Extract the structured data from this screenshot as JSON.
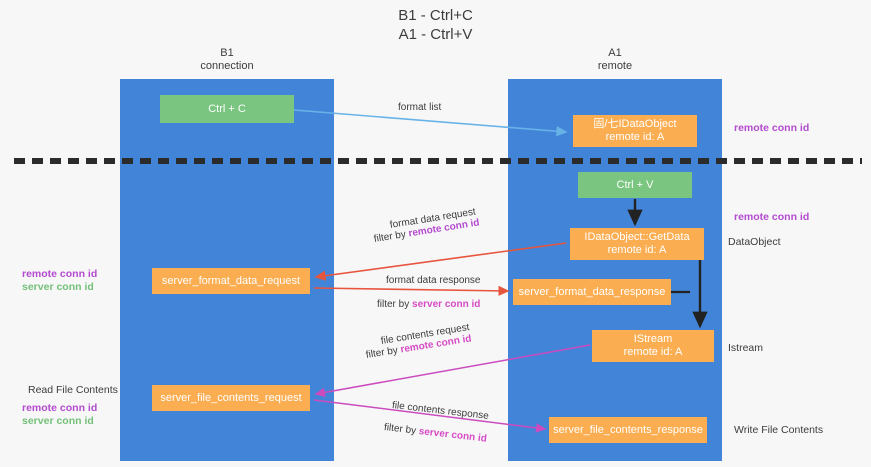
{
  "title": "B1 - Ctrl+C\nA1 - Ctrl+V",
  "columns": {
    "left": {
      "name": "B1",
      "role": "connection"
    },
    "right": {
      "name": "A1",
      "role": "remote"
    }
  },
  "nodes": {
    "ctrl_c": "Ctrl + C",
    "idataobject": "固/七IDataObject\nremote id: A",
    "ctrl_v": "Ctrl + V",
    "getdata": "IDataObject::GetData\nremote id: A",
    "server_format_data_request": "server_format_data_request",
    "server_format_data_response": "server_format_data_response",
    "istream": "IStream\nremote id: A",
    "server_file_contents_request": "server_file_contents_request",
    "server_file_contents_response": "server_file_contents_response"
  },
  "edges": {
    "format_list": "format list",
    "format_data_request": "format data request",
    "format_data_request_filter_prefix": "filter by ",
    "format_data_request_filter_key": "remote conn id",
    "format_data_response": "format data response",
    "format_data_response_filter_prefix": "filter by ",
    "format_data_response_filter_key": "server conn id",
    "file_contents_request": "file contents request",
    "file_contents_request_filter_prefix": "filter by ",
    "file_contents_request_filter_key": "remote conn id",
    "file_contents_response": "file contents response",
    "file_contents_response_filter_prefix": "filter by ",
    "file_contents_response_filter_key": "server conn id"
  },
  "annotations": {
    "remote_conn_id_top": "remote conn id",
    "remote_conn_id_mid": "remote conn id",
    "dataobject": "DataObject",
    "istream": "Istream",
    "write_file_contents": "Write File Contents",
    "read_file_contents": "Read File Contents",
    "left_remote_conn_id_mid": "remote conn id",
    "left_server_conn_id_mid": "server conn id",
    "left_remote_conn_id_bot": "remote conn id",
    "left_server_conn_id_bot": "server conn id"
  },
  "colors": {
    "lane": "#4285d8",
    "green_box": "#7ac57f",
    "orange_box": "#fbad51",
    "purple": "#b44ad0",
    "green_text": "#74c07a",
    "magenta": "#d64bc5",
    "red_arrow": "#e8553e",
    "blue_arrow": "#67b3e8",
    "divider": "#2b2b2b",
    "background": "#f7f7f7"
  }
}
